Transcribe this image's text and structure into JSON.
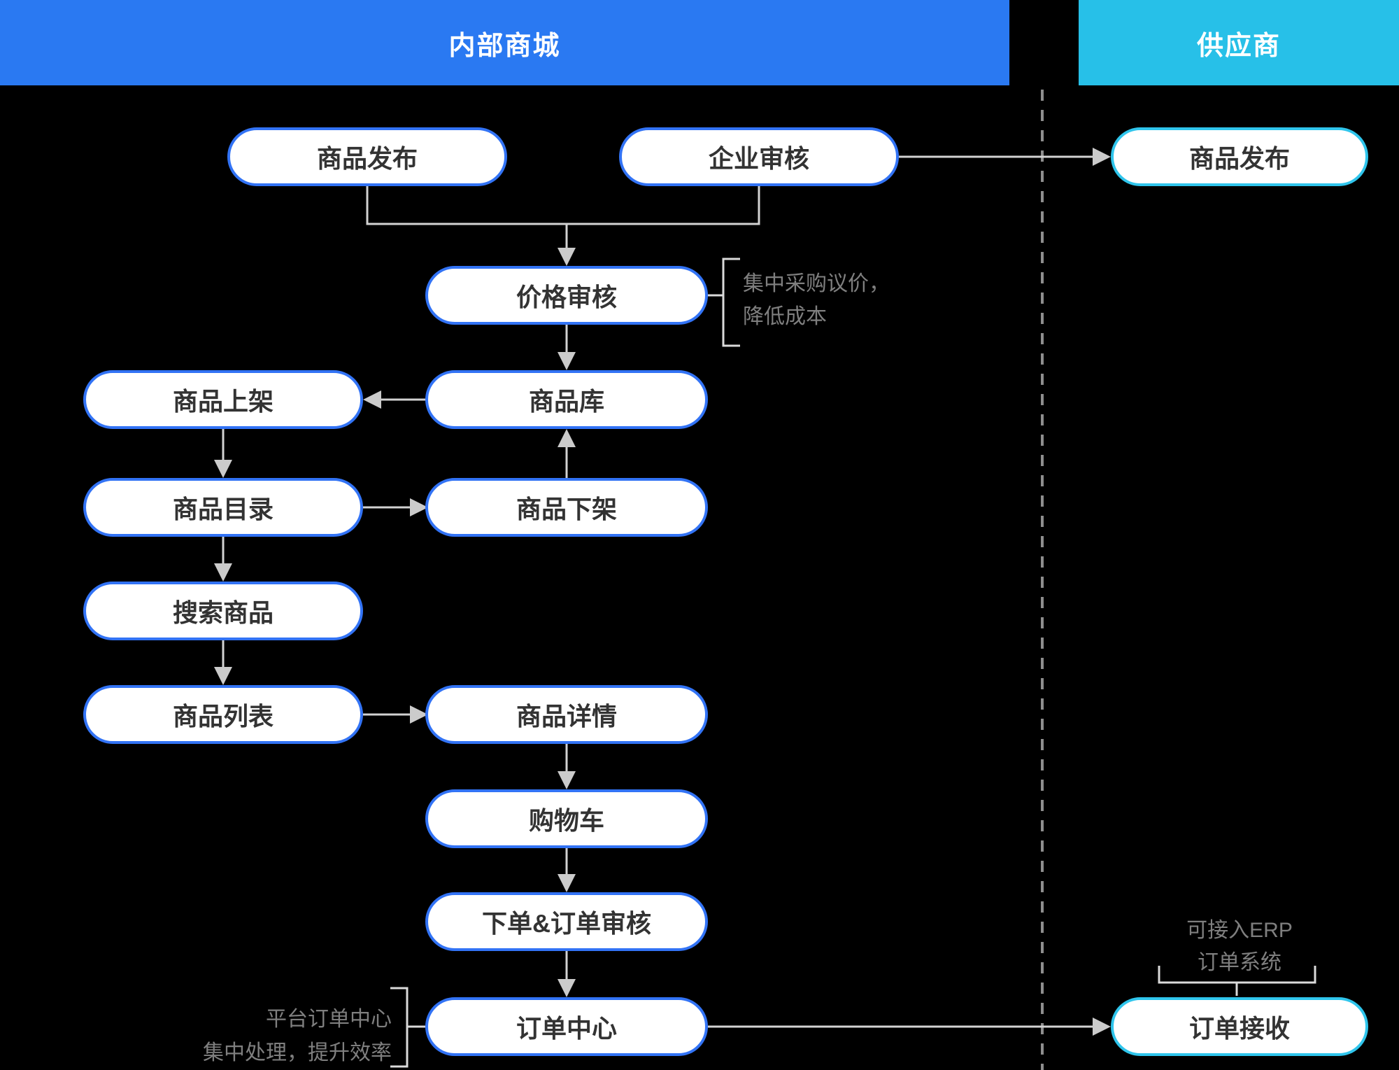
{
  "regions": {
    "internal": {
      "header": "内部商城",
      "accent_color": "#2A79F2",
      "nodes": {
        "product_publish": "商品发布",
        "enterprise_review": "企业审核",
        "price_review": "价格审核",
        "product_on_shelf": "商品上架",
        "product_library": "商品库",
        "product_catalog": "商品目录",
        "product_off_shelf": "商品下架",
        "search_product": "搜索商品",
        "product_list": "商品列表",
        "product_detail": "商品详情",
        "shopping_cart": "购物车",
        "place_order_review": "下单&订单审核",
        "order_center": "订单中心"
      }
    },
    "supplier": {
      "header": "供应商",
      "accent_color": "#27C0E8",
      "nodes": {
        "supplier_product_publish": "商品发布",
        "order_receive": "订单接收"
      }
    }
  },
  "annotations": {
    "price_review": {
      "lines": [
        "集中采购议价，",
        "降低成本"
      ]
    },
    "order_center": {
      "lines": [
        "平台订单中心",
        "集中处理，提升效率"
      ]
    },
    "order_receive": {
      "lines": [
        "可接入ERP",
        "订单系统"
      ]
    }
  },
  "edges": [
    {
      "from": "product_publish",
      "to": "price_review"
    },
    {
      "from": "enterprise_review",
      "to": "price_review"
    },
    {
      "from": "enterprise_review",
      "to": "supplier_product_publish"
    },
    {
      "from": "price_review",
      "to": "product_library"
    },
    {
      "from": "product_library",
      "to": "product_on_shelf"
    },
    {
      "from": "product_on_shelf",
      "to": "product_catalog"
    },
    {
      "from": "product_catalog",
      "to": "product_off_shelf"
    },
    {
      "from": "product_off_shelf",
      "to": "product_library"
    },
    {
      "from": "product_catalog",
      "to": "search_product"
    },
    {
      "from": "search_product",
      "to": "product_list"
    },
    {
      "from": "product_list",
      "to": "product_detail"
    },
    {
      "from": "product_detail",
      "to": "shopping_cart"
    },
    {
      "from": "shopping_cart",
      "to": "place_order_review"
    },
    {
      "from": "place_order_review",
      "to": "order_center"
    },
    {
      "from": "order_center",
      "to": "order_receive"
    }
  ],
  "colors": {
    "background": "#000000",
    "internal_accent": "#2A79F2",
    "internal_node_border": "#3273F5",
    "supplier_accent": "#27C0E8",
    "supplier_node_border": "#2FC5EC",
    "node_fill": "#FFFFFF",
    "node_text": "#333333",
    "header_text": "#FFFFFF",
    "arrow_line": "#D2D2D2",
    "arrow_head": "#CBCBCB",
    "bracket_line": "#DADADA",
    "annotation_text": "#7F7F7F",
    "divider_dash": "#8E8E8E"
  }
}
